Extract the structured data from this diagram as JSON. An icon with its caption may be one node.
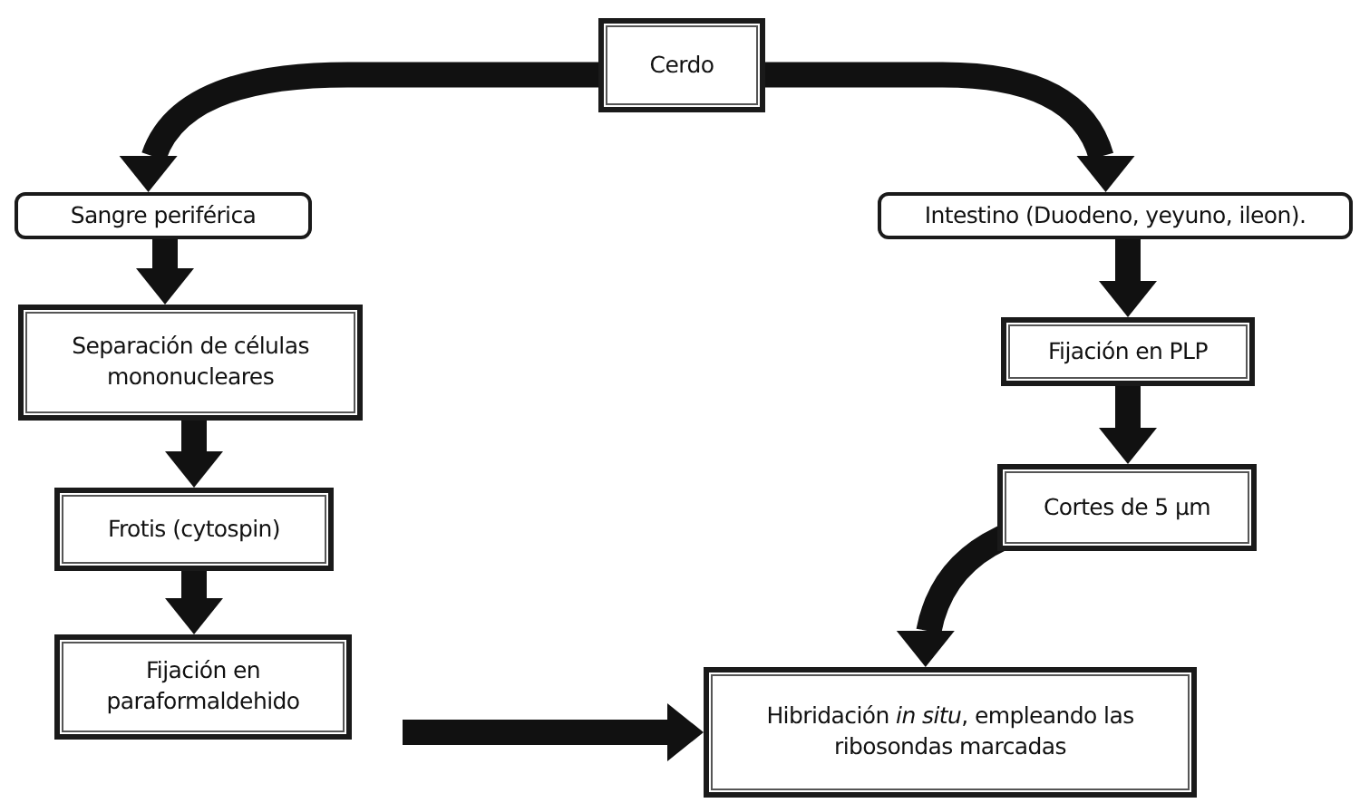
{
  "diagram": {
    "nodes": [
      {
        "text": [
          "Cerdo"
        ]
      },
      {
        "text": [
          "Sangre periférica"
        ]
      },
      {
        "text": [
          "Separación de células mononucleares"
        ]
      },
      {
        "text": [
          "Frotis (cytospin)"
        ]
      },
      {
        "text": [
          "Fijación en paraformaldehido"
        ]
      },
      {
        "text": [
          "Intestino (Duodeno, yeyuno, ileon)."
        ]
      },
      {
        "text": [
          "Fijación en PLP"
        ]
      },
      {
        "text": [
          "Cortes de 5 µm"
        ]
      },
      {
        "text": [
          "Hibridación *in situ*, empleando las ribosondas marcadas"
        ]
      }
    ],
    "edges": [
      {
        "from": 0,
        "to": 1,
        "arrow": "to"
      },
      {
        "from": 1,
        "to": 2,
        "arrow": "to"
      },
      {
        "from": 2,
        "to": 3,
        "arrow": "to"
      },
      {
        "from": 3,
        "to": 4,
        "arrow": "to"
      },
      {
        "from": 0,
        "to": 5,
        "arrow": "to"
      },
      {
        "from": 5,
        "to": 6,
        "arrow": "to"
      },
      {
        "from": 6,
        "to": 7,
        "arrow": "to"
      },
      {
        "from": 7,
        "to": 8,
        "arrow": "to"
      },
      {
        "from": 4,
        "to": 8,
        "arrow": "to"
      }
    ]
  }
}
